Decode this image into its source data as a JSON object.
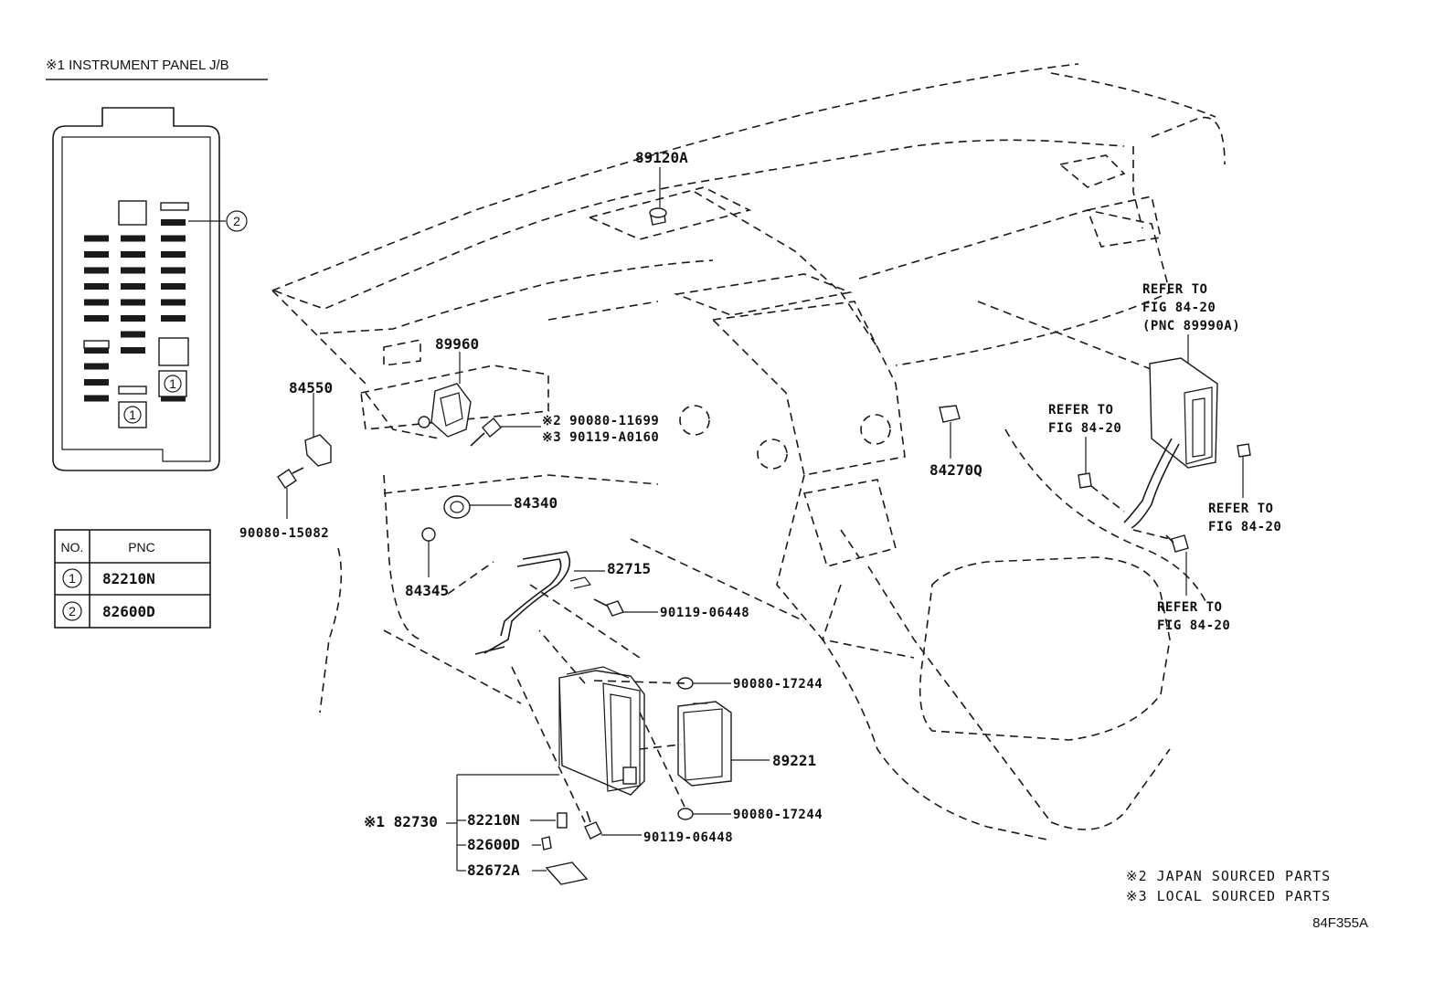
{
  "header": {
    "title": "※1 INSTRUMENT PANEL J/B"
  },
  "junction_box": {
    "callout_2": "2",
    "marker_1": "1"
  },
  "pnc_table": {
    "col_no": "NO.",
    "col_pnc": "PNC",
    "rows": [
      {
        "no": "1",
        "pnc": "82210N"
      },
      {
        "no": "2",
        "pnc": "82600D"
      }
    ]
  },
  "labels": {
    "p89120A": "89120A",
    "p89960": "89960",
    "p84550": "84550",
    "p90080_11699": "※2 90080-11699",
    "p90119_A0160": "※3 90119-A0160",
    "p90080_15082": "90080-15082",
    "p84340": "84340",
    "p84345": "84345",
    "p82715": "82715",
    "p90119_06448_a": "90119-06448",
    "p90080_17244_a": "90080-17244",
    "p89221": "89221",
    "p90080_17244_b": "90080-17244",
    "p82730": "※1 82730",
    "p82210N": "82210N",
    "p82600D": "82600D",
    "p82672A": "82672A",
    "p90119_06448_b": "90119-06448",
    "p84270Q": "84270Q"
  },
  "references": {
    "ref1": [
      "REFER TO",
      "FIG 84-20",
      "(PNC 89990A)"
    ],
    "ref2": [
      "REFER TO",
      "FIG 84-20"
    ],
    "ref3": [
      "REFER TO",
      "FIG 84-20"
    ],
    "ref4": [
      "REFER TO",
      "FIG 84-20"
    ]
  },
  "notes": {
    "japan": "※2 JAPAN SOURCED PARTS",
    "local": "※3 LOCAL SOURCED PARTS",
    "figure_id": "84F355A"
  }
}
